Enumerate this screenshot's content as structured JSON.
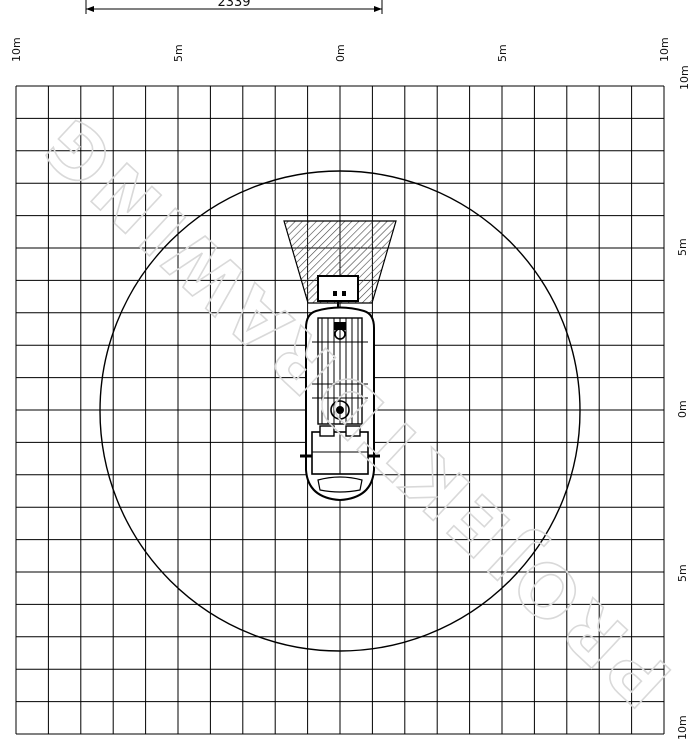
{
  "dimension": {
    "value": "2339"
  },
  "axes": {
    "top_labels": [
      "10m",
      "5m",
      "0m",
      "5m",
      "10m"
    ],
    "right_labels": [
      "10m",
      "5m",
      "0m",
      "5m",
      "10m"
    ]
  },
  "grid": {
    "extent_m": 10,
    "divisions": 20,
    "max_reach_m": 7.5
  },
  "watermark": {
    "text": "PROJEKTDRAWING"
  },
  "colors": {
    "line": "#000000",
    "hatch": "#444444",
    "watermark": "#d9d9d9"
  }
}
